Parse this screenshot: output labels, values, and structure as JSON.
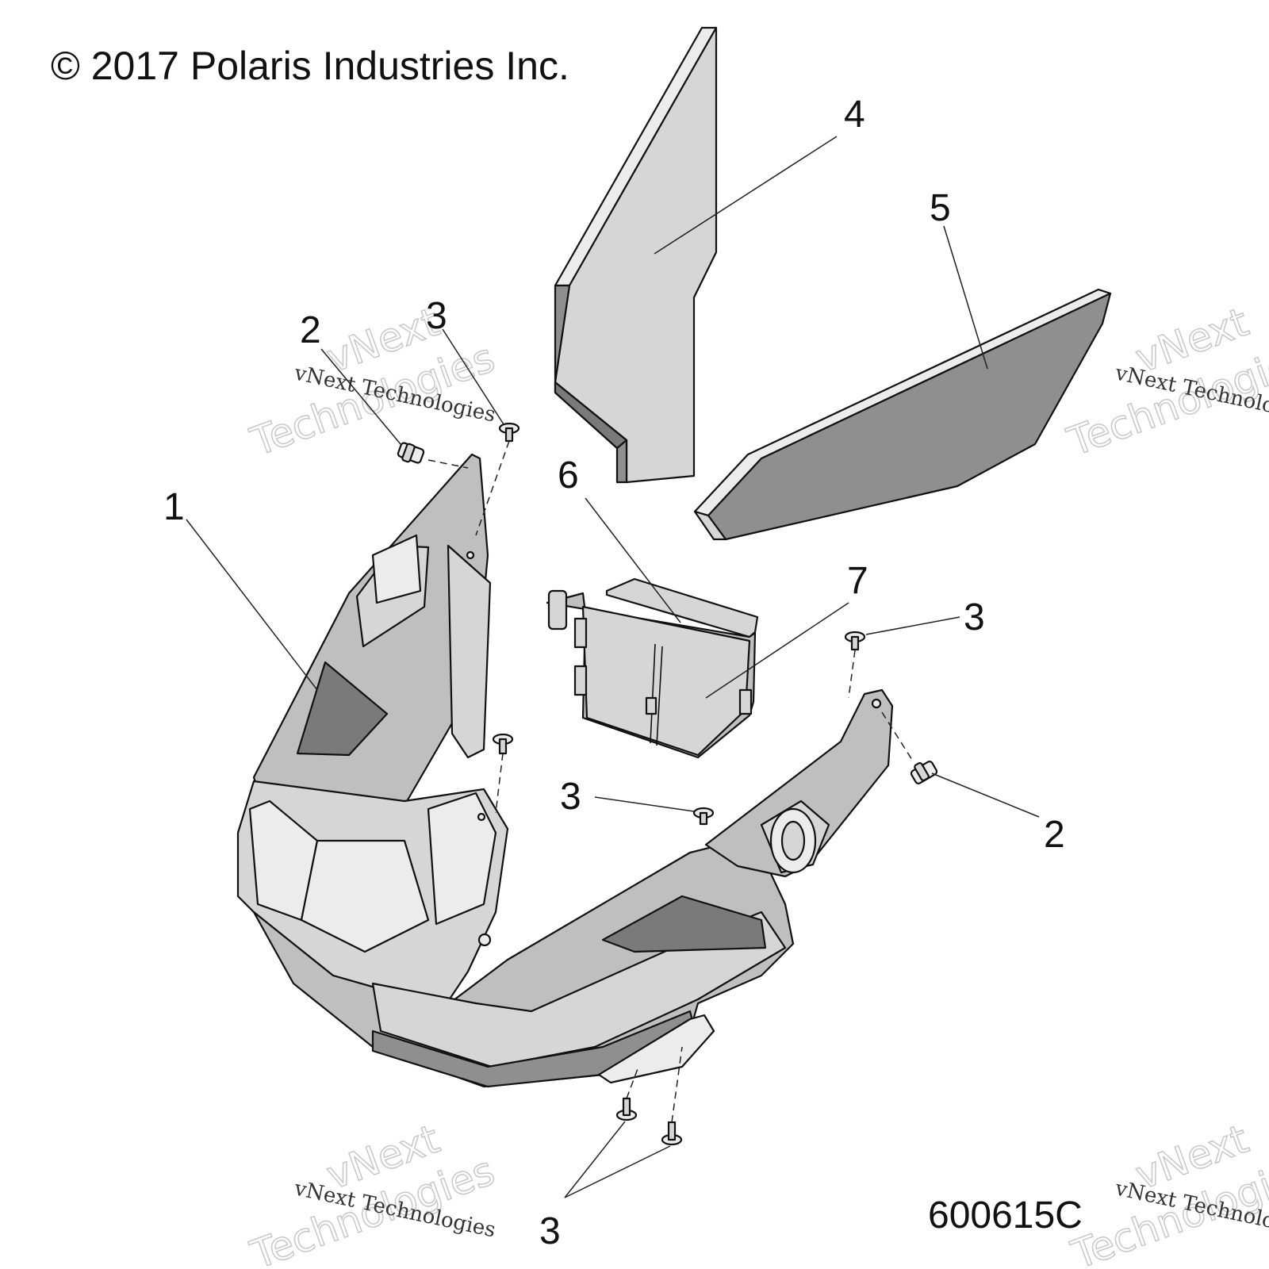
{
  "copyright": "© 2017 Polaris Industries Inc.",
  "drawing_number": "600615C",
  "watermark": {
    "line1": "vNext",
    "line2": "Technologies",
    "caption": "vNext Technologies"
  },
  "callouts": [
    {
      "id": "1",
      "label": "1"
    },
    {
      "id": "2a",
      "label": "2"
    },
    {
      "id": "2b",
      "label": "2"
    },
    {
      "id": "3a",
      "label": "3"
    },
    {
      "id": "3b",
      "label": "3"
    },
    {
      "id": "3c",
      "label": "3"
    },
    {
      "id": "3d",
      "label": "3"
    },
    {
      "id": "4",
      "label": "4"
    },
    {
      "id": "5",
      "label": "5"
    },
    {
      "id": "6",
      "label": "6"
    },
    {
      "id": "7",
      "label": "7"
    }
  ]
}
